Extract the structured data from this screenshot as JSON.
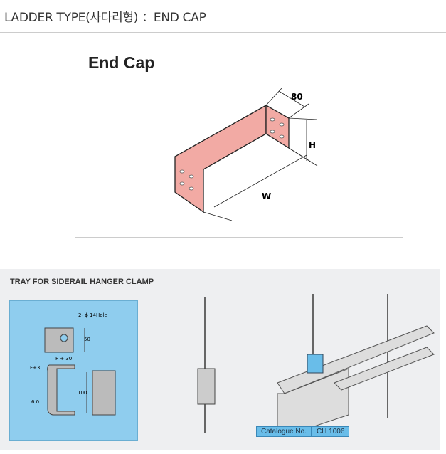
{
  "header": {
    "title": "LADDER TYPE(사다리형) ：END CAP"
  },
  "endcap": {
    "title": "End Cap",
    "dim_depth": "80",
    "dim_height": "H",
    "dim_width": "W",
    "color": "#f2aaa4"
  },
  "clamp": {
    "title": "TRAY FOR SIDERAIL HANGER CLAMP",
    "hole_label": "2- ϕ 14Hole",
    "dim_50": "50",
    "dim_f30": "F + 30",
    "dim_f3": "F+3",
    "dim_100": "100",
    "dim_6": "6.0",
    "catalogue_label": "Catalogue No.",
    "catalogue_value": "CH 1006"
  }
}
